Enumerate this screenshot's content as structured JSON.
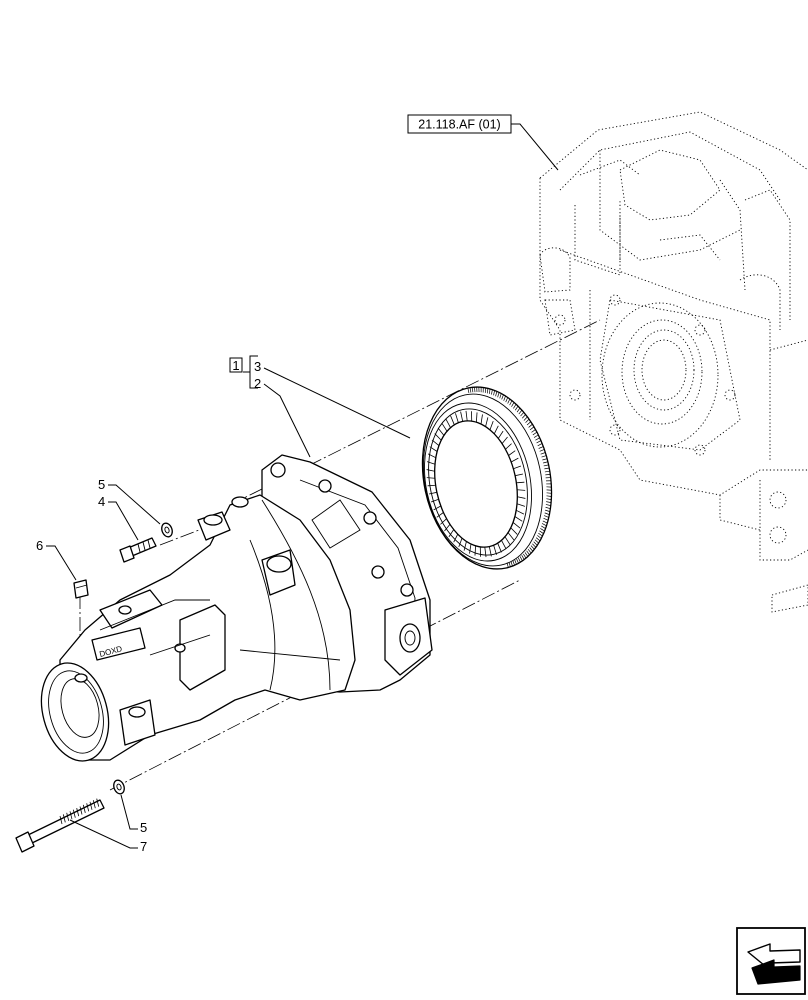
{
  "reference": {
    "label": "21.118.AF (01)"
  },
  "kit": {
    "number": "1"
  },
  "callouts": [
    {
      "id": "c3",
      "number": "3"
    },
    {
      "id": "c2",
      "number": "2"
    },
    {
      "id": "c5a",
      "number": "5"
    },
    {
      "id": "c4",
      "number": "4"
    },
    {
      "id": "c6",
      "number": "6"
    },
    {
      "id": "c5b",
      "number": "5"
    },
    {
      "id": "c7",
      "number": "7"
    }
  ],
  "nav": {
    "icon": "next-page-arrow-icon"
  }
}
